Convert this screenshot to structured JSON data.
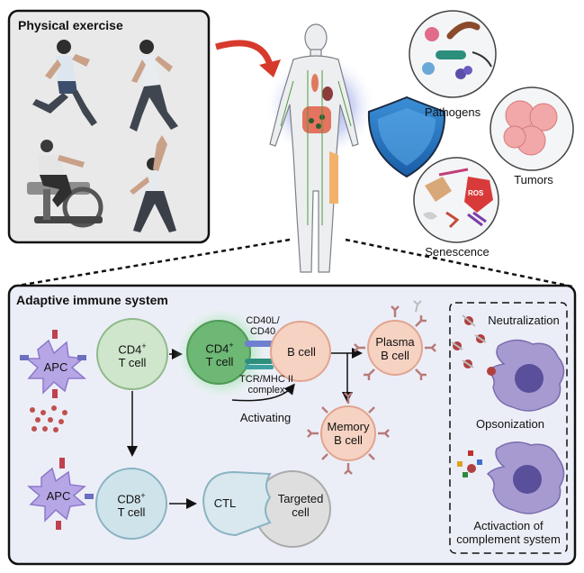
{
  "exercise": {
    "title": "Physical exercise"
  },
  "threats": {
    "pathogens": "Pathogens",
    "tumors": "Tumors",
    "senescence": "Senescence",
    "ros": "ROS"
  },
  "immune": {
    "title": "Adaptive immune system",
    "apc": "APC",
    "cd4_cell": "T cell",
    "cd4_prefix": "CD4",
    "cd8_cell": "T cell",
    "cd8_prefix": "CD8",
    "superscript": "+",
    "cd40": "CD40L/",
    "cd40b": "CD40",
    "tcr": "TCR/MHC II",
    "tcr2": "complex",
    "activating": "Activating",
    "bcell": "B cell",
    "plasma1": "Plasma",
    "plasma2": "B cell",
    "memory1": "Memory",
    "memory2": "B cell",
    "ctl": "CTL",
    "targeted1": "Targeted",
    "targeted2": "cell"
  },
  "functions": {
    "neutralization": "Neutralization",
    "opsonization": "Opsonization",
    "complement1": "Activaction of",
    "complement2": "complement system"
  }
}
